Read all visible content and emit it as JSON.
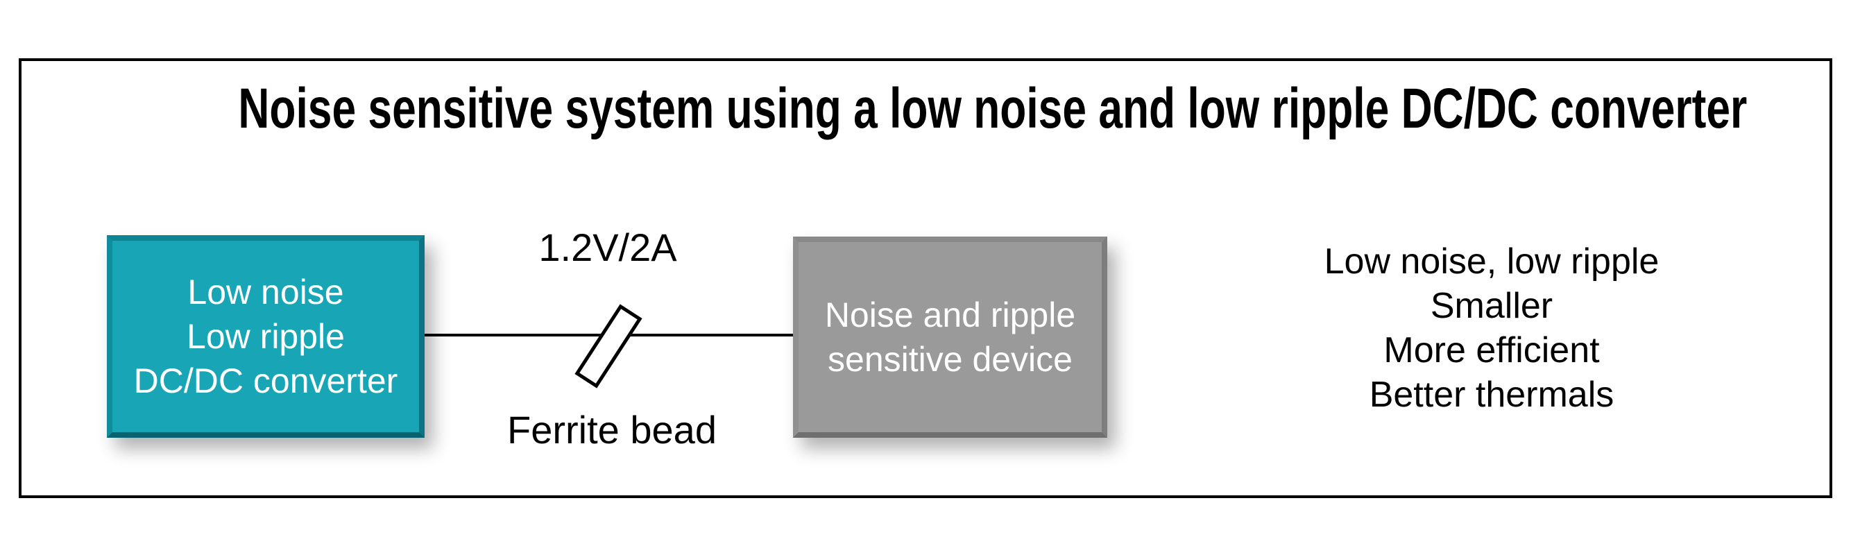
{
  "diagram": {
    "title": "Noise sensitive system using a low noise and low ripple DC/DC converter",
    "converter_block": {
      "line1": "Low noise",
      "line2": "Low ripple",
      "line3": "DC/DC converter",
      "fill_color": "#18a6b6",
      "text_color": "#ffffff"
    },
    "device_block": {
      "line1": "Noise and ripple",
      "line2": "sensitive device",
      "fill_color": "#9a9a9a",
      "text_color": "#ffffff"
    },
    "connection": {
      "rail_label": "1.2V/2A",
      "component_label": "Ferrite bead",
      "wire_color": "#000000"
    },
    "benefits": {
      "line1": "Low noise, low ripple",
      "line2": "Smaller",
      "line3": "More efficient",
      "line4": "Better thermals"
    }
  }
}
